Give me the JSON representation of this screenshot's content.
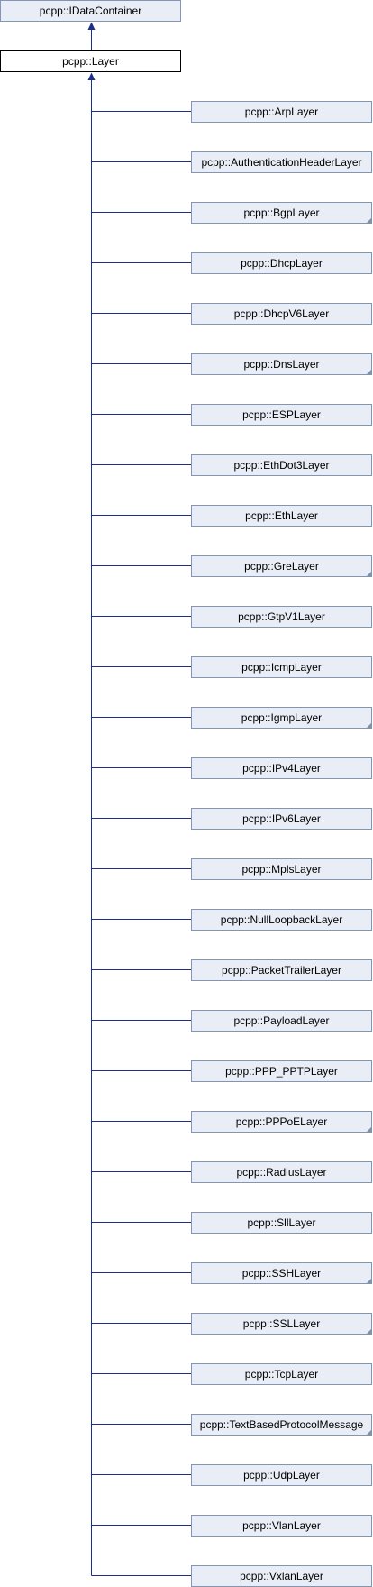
{
  "root": {
    "label": "pcpp::IDataContainer",
    "has_more": false
  },
  "layer": {
    "label": "pcpp::Layer",
    "has_more": false
  },
  "children": [
    {
      "label": "pcpp::ArpLayer",
      "has_more": false
    },
    {
      "label": "pcpp::AuthenticationHeaderLayer",
      "has_more": false
    },
    {
      "label": "pcpp::BgpLayer",
      "has_more": true
    },
    {
      "label": "pcpp::DhcpLayer",
      "has_more": false
    },
    {
      "label": "pcpp::DhcpV6Layer",
      "has_more": false
    },
    {
      "label": "pcpp::DnsLayer",
      "has_more": true
    },
    {
      "label": "pcpp::ESPLayer",
      "has_more": false
    },
    {
      "label": "pcpp::EthDot3Layer",
      "has_more": false
    },
    {
      "label": "pcpp::EthLayer",
      "has_more": false
    },
    {
      "label": "pcpp::GreLayer",
      "has_more": true
    },
    {
      "label": "pcpp::GtpV1Layer",
      "has_more": false
    },
    {
      "label": "pcpp::IcmpLayer",
      "has_more": false
    },
    {
      "label": "pcpp::IgmpLayer",
      "has_more": true
    },
    {
      "label": "pcpp::IPv4Layer",
      "has_more": false
    },
    {
      "label": "pcpp::IPv6Layer",
      "has_more": false
    },
    {
      "label": "pcpp::MplsLayer",
      "has_more": false
    },
    {
      "label": "pcpp::NullLoopbackLayer",
      "has_more": false
    },
    {
      "label": "pcpp::PacketTrailerLayer",
      "has_more": false
    },
    {
      "label": "pcpp::PayloadLayer",
      "has_more": false
    },
    {
      "label": "pcpp::PPP_PPTPLayer",
      "has_more": false
    },
    {
      "label": "pcpp::PPPoELayer",
      "has_more": true
    },
    {
      "label": "pcpp::RadiusLayer",
      "has_more": false
    },
    {
      "label": "pcpp::SllLayer",
      "has_more": false
    },
    {
      "label": "pcpp::SSHLayer",
      "has_more": true
    },
    {
      "label": "pcpp::SSLLayer",
      "has_more": true
    },
    {
      "label": "pcpp::TcpLayer",
      "has_more": false
    },
    {
      "label": "pcpp::TextBasedProtocolMessage",
      "has_more": true
    },
    {
      "label": "pcpp::UdpLayer",
      "has_more": false
    },
    {
      "label": "pcpp::VlanLayer",
      "has_more": false
    },
    {
      "label": "pcpp::VxlanLayer",
      "has_more": false
    }
  ],
  "colors": {
    "node_fill": "#e8edf6",
    "node_stroke": "#8494b4",
    "current_fill": "#ffffff",
    "current_stroke": "#000000",
    "edge": "#1c2f8a",
    "more_marker": "#7f90b0",
    "text": "#000000"
  }
}
